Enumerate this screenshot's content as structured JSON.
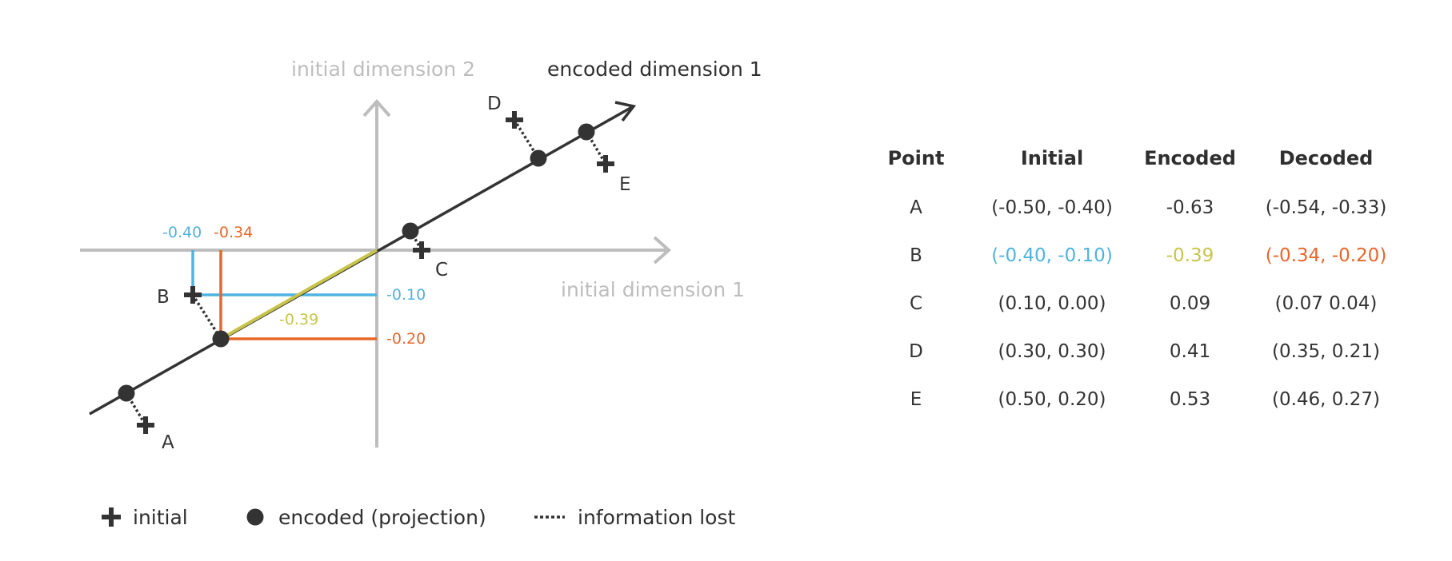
{
  "axes": {
    "x_label": "initial dimension 2",
    "x1_label": "initial dimension 1",
    "encoded_label": "encoded dimension 1"
  },
  "points": [
    {
      "id": "A",
      "label": "A",
      "initial": [
        -0.5,
        -0.4
      ],
      "encoded": -0.63
    },
    {
      "id": "B",
      "label": "B",
      "initial": [
        -0.4,
        -0.1
      ],
      "encoded": -0.39
    },
    {
      "id": "C",
      "label": "C",
      "initial": [
        0.1,
        0.0
      ],
      "encoded": 0.09
    },
    {
      "id": "D",
      "label": "D",
      "initial": [
        0.3,
        0.3
      ],
      "encoded": 0.41
    },
    {
      "id": "E",
      "label": "E",
      "initial": [
        0.5,
        0.2
      ],
      "encoded": 0.53
    }
  ],
  "annotations": {
    "b_x_initial": "-0.40",
    "b_x_decoded": "-0.34",
    "b_y_initial": "-0.10",
    "b_y_decoded": "-0.20",
    "b_encoded": "-0.39"
  },
  "colors": {
    "initial": "#4fb3e0",
    "decoded": "#e8662a",
    "encoded": "#c8c44a",
    "axis": "#bdbdbd",
    "line": "#333333"
  },
  "legend": {
    "initial": "initial",
    "encoded": "encoded (projection)",
    "lost": "information lost"
  },
  "table": {
    "headers": [
      "Point",
      "Initial",
      "Encoded",
      "Decoded"
    ],
    "rows": [
      {
        "point": "A",
        "initial": "(-0.50, -0.40)",
        "encoded": "-0.63",
        "decoded": "(-0.54, -0.33)"
      },
      {
        "point": "B",
        "initial": "(-0.40, -0.10)",
        "encoded": "-0.39",
        "decoded": "(-0.34, -0.20)"
      },
      {
        "point": "C",
        "initial": "(0.10, 0.00)",
        "encoded": "0.09",
        "decoded": "(0.07 0.04)"
      },
      {
        "point": "D",
        "initial": "(0.30, 0.30)",
        "encoded": "0.41",
        "decoded": "(0.35, 0.21)"
      },
      {
        "point": "E",
        "initial": "(0.50, 0.20)",
        "encoded": "0.53",
        "decoded": "(0.46, 0.27)"
      }
    ]
  }
}
